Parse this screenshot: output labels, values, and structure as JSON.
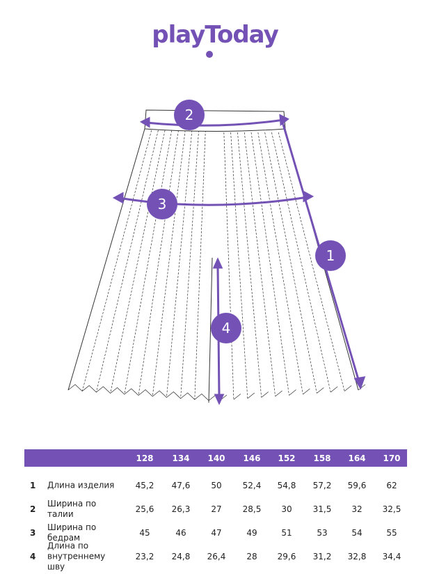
{
  "brand": {
    "logo_text": "playToday"
  },
  "markers": [
    "1",
    "2",
    "3",
    "4"
  ],
  "colors": {
    "accent": "#7452b5"
  },
  "table": {
    "sizes": [
      "128",
      "134",
      "140",
      "146",
      "152",
      "158",
      "164",
      "170"
    ],
    "rows": [
      {
        "num": "1",
        "label": "Длина изделия",
        "values": [
          "45,2",
          "47,6",
          "50",
          "52,4",
          "54,8",
          "57,2",
          "59,6",
          "62"
        ]
      },
      {
        "num": "2",
        "label": "Ширина по талии",
        "values": [
          "25,6",
          "26,3",
          "27",
          "28,5",
          "30",
          "31,5",
          "32",
          "32,5"
        ]
      },
      {
        "num": "3",
        "label": "Ширина по бедрам",
        "values": [
          "45",
          "46",
          "47",
          "49",
          "51",
          "53",
          "54",
          "55"
        ]
      },
      {
        "num": "4",
        "label": "Длина по внутреннему шву",
        "values": [
          "23,2",
          "24,8",
          "26,4",
          "28",
          "29,6",
          "31,2",
          "32,8",
          "34,4"
        ]
      }
    ]
  }
}
